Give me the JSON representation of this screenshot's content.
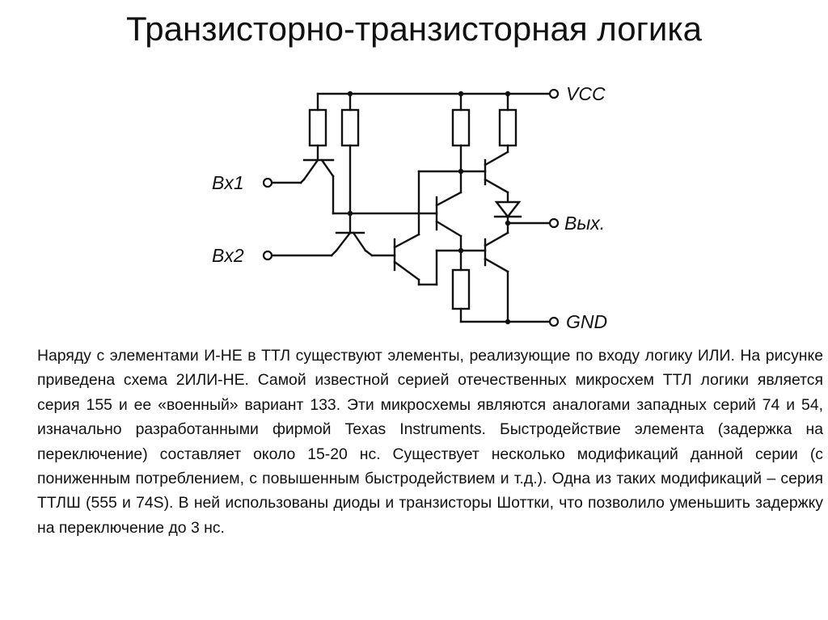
{
  "slide": {
    "title": "Транзисторно-транзисторная логика"
  },
  "diagram": {
    "labels": {
      "vcc": "VCC",
      "input1": "Bx1",
      "input2": "Bx2",
      "output": "Вых.",
      "gnd": "GND"
    }
  },
  "body": {
    "paragraph": " Наряду с элементами И-НЕ в ТТЛ существуют элементы, реализующие по входу логику ИЛИ. На рисунке приведена схема 2ИЛИ-НЕ. Самой известной серией отечественных микросхем ТТЛ логики является серия 155 и ее «военный» вариант 133. Эти микросхемы являются аналогами западных серий 74 и 54, изначально разработанными фирмой Texas Instruments. Быстродействие элемента (задержка на переключение) составляет около 15-20 нс. Существует несколько модификаций данной серии (с пониженным потреблением, с повышенным быстродействием и т.д.). Одна из таких модификаций – серия ТТЛШ (555 и 74S). В ней использованы диоды и транзисторы Шоттки, что позволило уменьшить задержку на переключение до 3 нс."
  }
}
